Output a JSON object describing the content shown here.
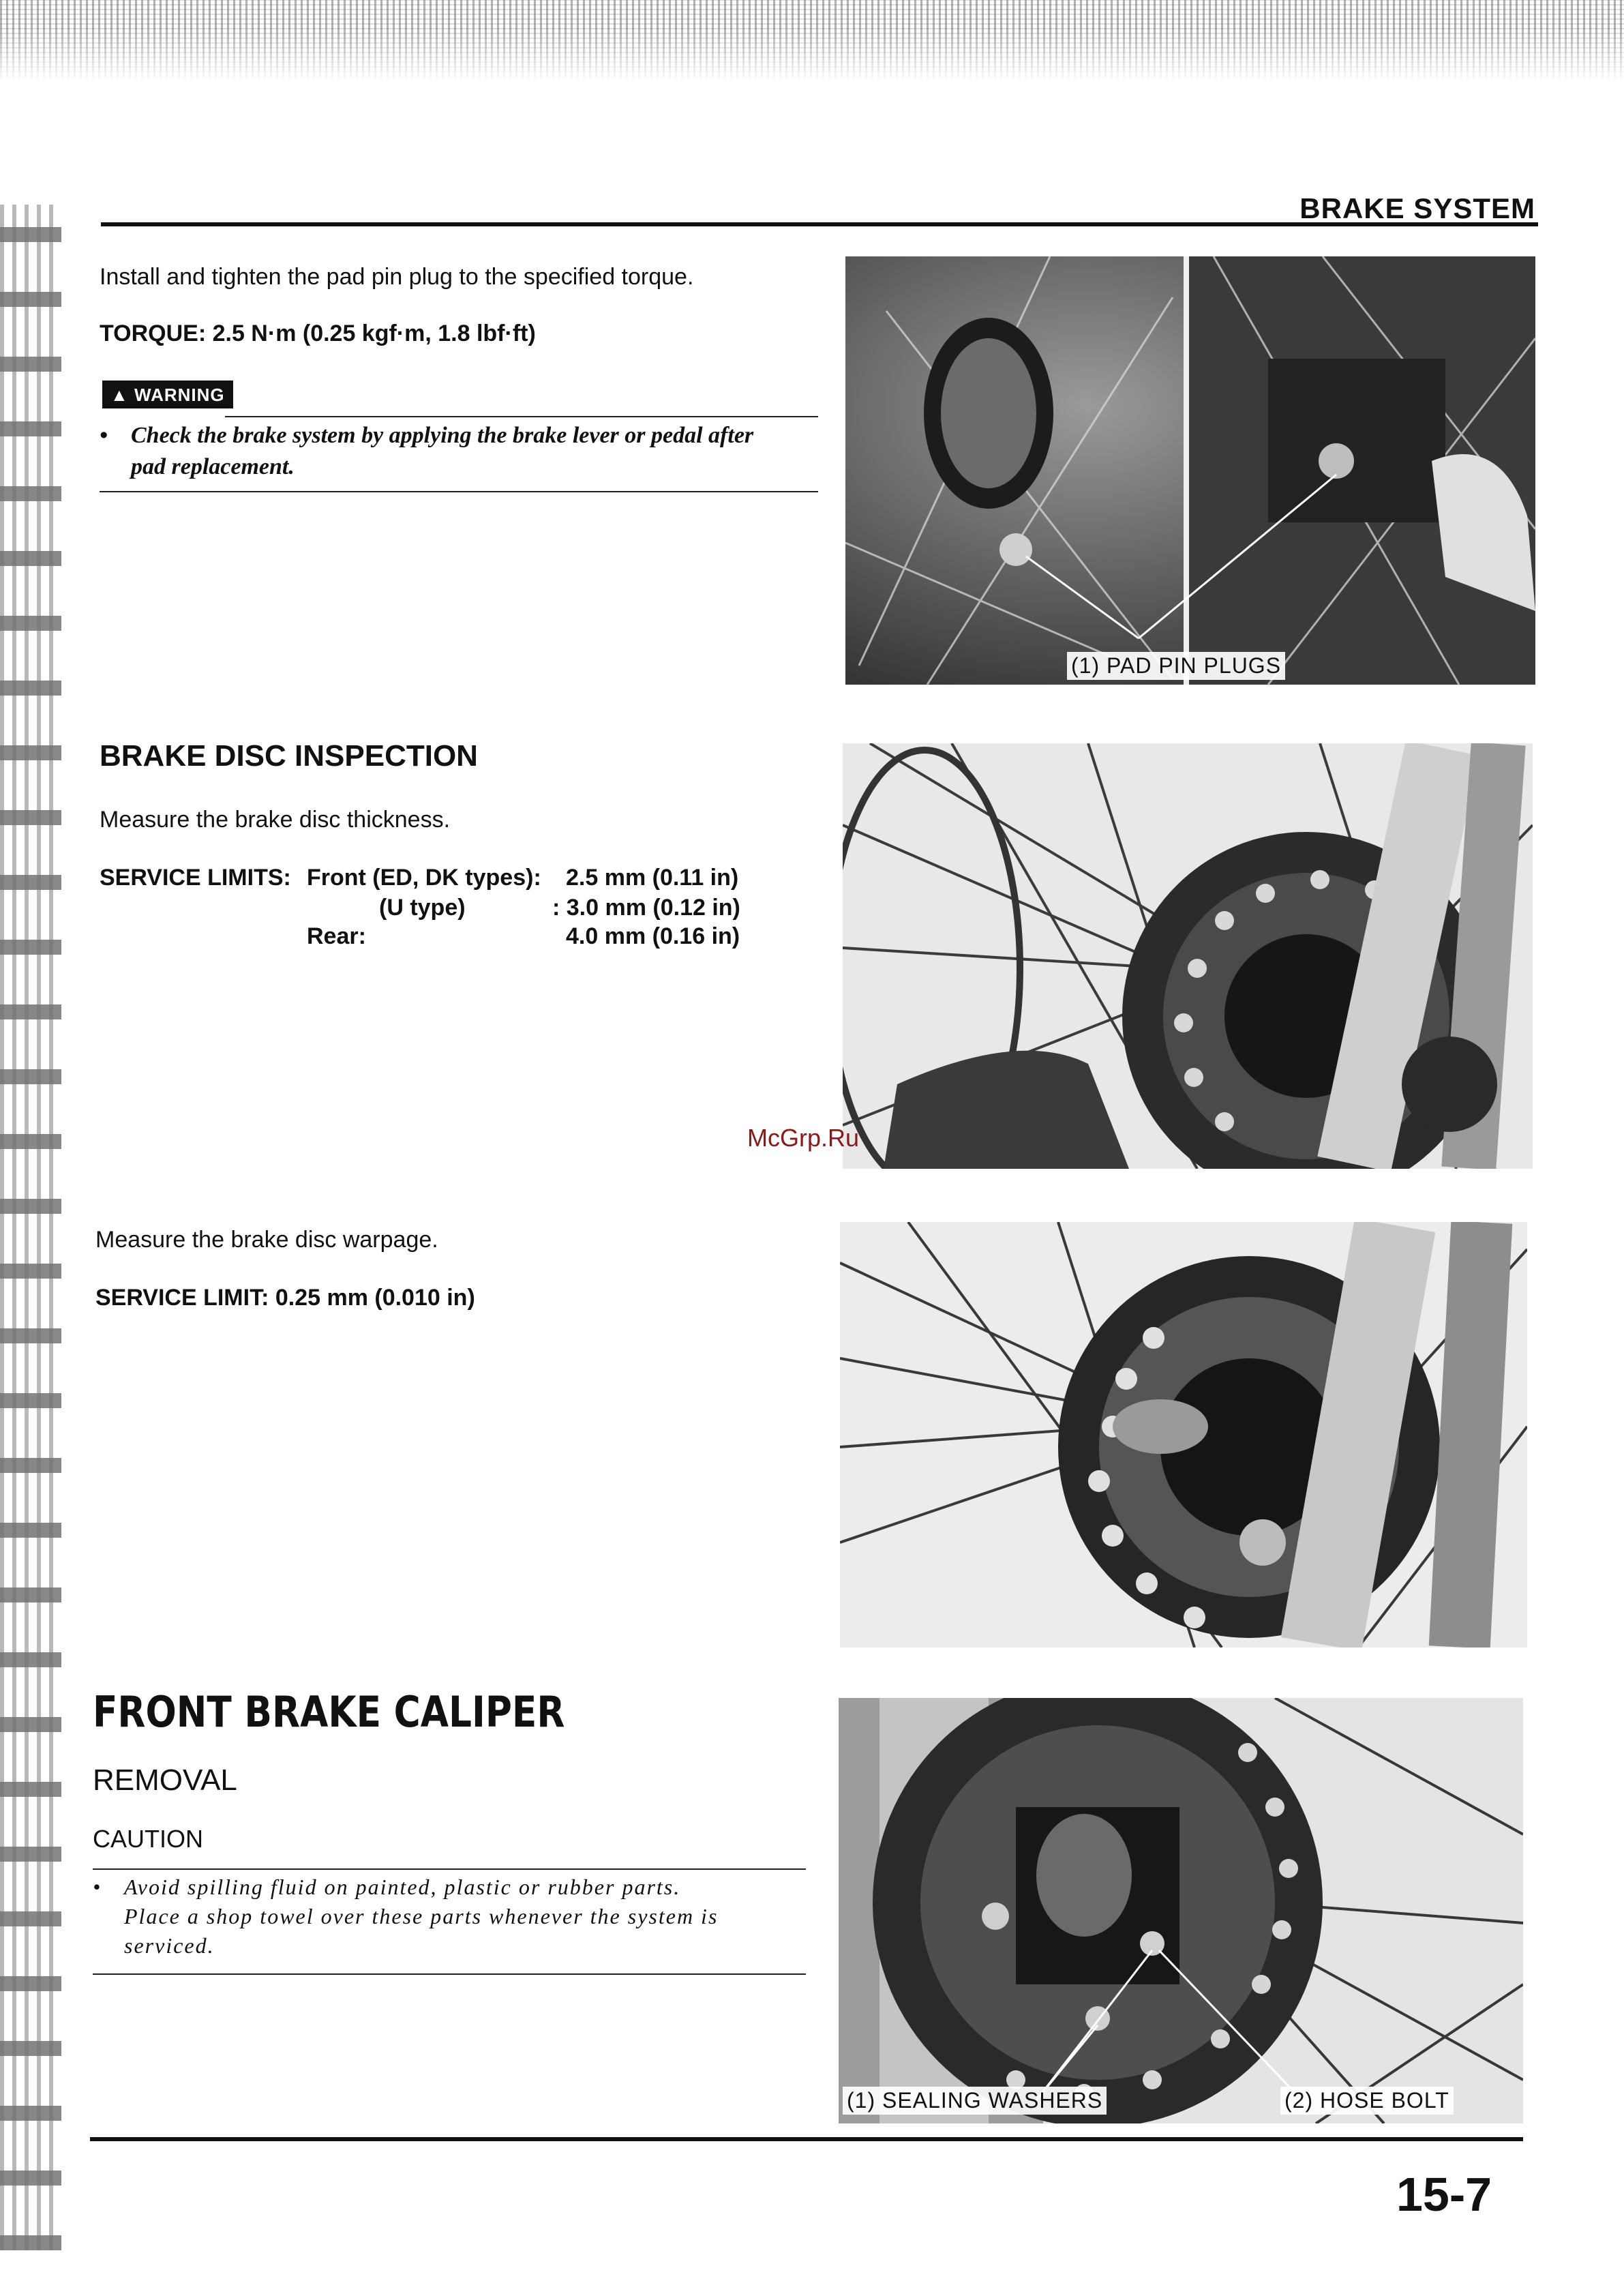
{
  "header": {
    "section": "BRAKE SYSTEM"
  },
  "pad_pin": {
    "instruction": "Install and tighten the pad pin plug to the specified torque.",
    "torque": "TORQUE: 2.5 N·m (0.25 kgf·m, 1.8 lbf·ft)",
    "warning_label": "WARNING",
    "warning_text_1": "Check the brake system by applying the brake lever or pedal after",
    "warning_text_2": "pad replacement.",
    "photo_caption": "(1) PAD PIN PLUGS"
  },
  "disc_inspection": {
    "title": "BRAKE DISC INSPECTION",
    "thickness_instruction": "Measure the brake disc thickness.",
    "service_limits_label": "SERVICE LIMITS:",
    "limits": [
      {
        "label": "Front (ED, DK types):",
        "value": "2.5 mm (0.11 in)"
      },
      {
        "label": "(U type)",
        "value": ": 3.0 mm (0.12 in)"
      },
      {
        "label": "Rear:",
        "value": "4.0 mm (0.16 in)"
      }
    ],
    "warpage_instruction": "Measure the brake disc warpage.",
    "warpage_limit": "SERVICE LIMIT: 0.25 mm (0.010 in)"
  },
  "watermark": "McGrp.Ru",
  "front_caliper": {
    "title": "FRONT BRAKE CALIPER",
    "subtitle": "REMOVAL",
    "caution_label": "CAUTION",
    "caution_text_1": "Avoid spilling fluid on painted, plastic or rubber parts.",
    "caution_text_2": "Place a shop towel over these parts whenever the system is",
    "caution_text_3": "serviced.",
    "caption_1": "(1) SEALING WASHERS",
    "caption_2": "(2) HOSE BOLT"
  },
  "page_number": "15-7"
}
